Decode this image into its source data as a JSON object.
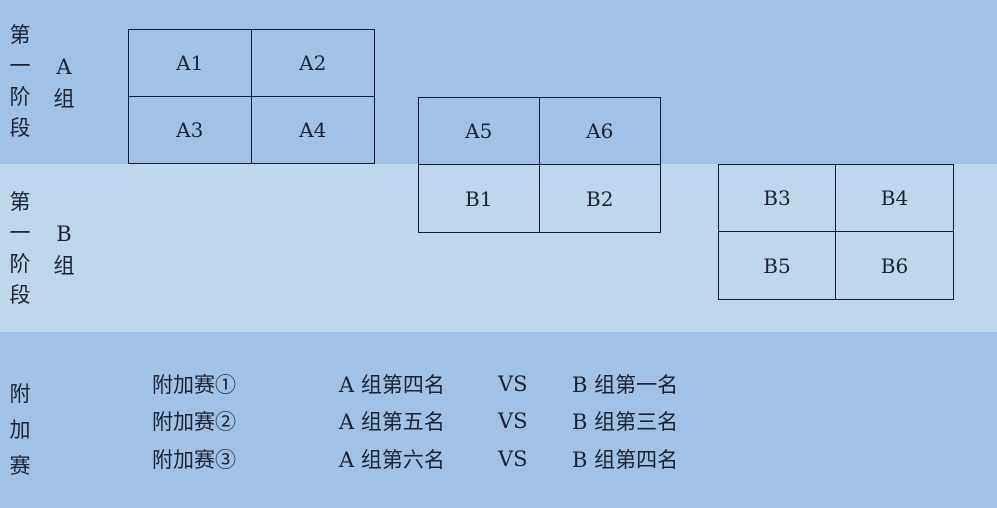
{
  "colors": {
    "band_a": "#9fc2e6",
    "band_b": "#bdd7ee",
    "band_c": "#9fc2e6",
    "line": "#0f1a33"
  },
  "stage_a": {
    "stage_label": [
      "第",
      "一",
      "阶",
      "段"
    ],
    "group_label": [
      "A",
      "组"
    ]
  },
  "stage_b": {
    "stage_label": [
      "第",
      "一",
      "阶",
      "段"
    ],
    "group_label": [
      "B",
      "组"
    ]
  },
  "grids": [
    {
      "cells": [
        "A1",
        "A2",
        "A3",
        "A4"
      ]
    },
    {
      "cells": [
        "A5",
        "A6",
        "B1",
        "B2"
      ]
    },
    {
      "cells": [
        "B3",
        "B4",
        "B5",
        "B6"
      ]
    }
  ],
  "playoff": {
    "label": [
      "附",
      "加",
      "赛"
    ],
    "rows": [
      {
        "name": "附加赛①",
        "team_a": "A 组第四名",
        "vs": "VS",
        "team_b": "B 组第一名"
      },
      {
        "name": "附加赛②",
        "team_a": "A 组第五名",
        "vs": "VS",
        "team_b": "B 组第三名"
      },
      {
        "name": "附加赛③",
        "team_a": "A 组第六名",
        "vs": "VS",
        "team_b": "B 组第四名"
      }
    ]
  }
}
